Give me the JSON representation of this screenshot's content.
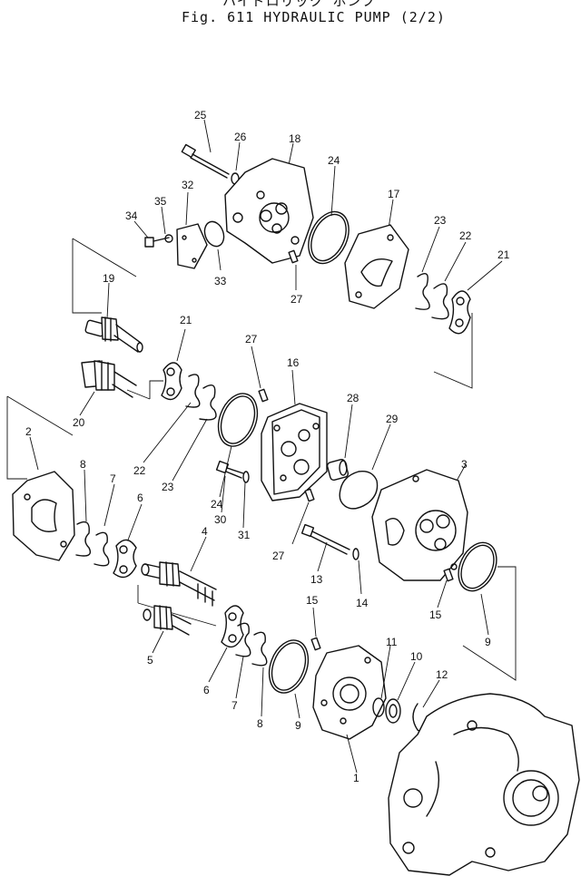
{
  "header": {
    "jp_title": "ハイドロリック ポンプ",
    "title": "Fig. 611   HYDRAULIC PUMP (2/2)"
  },
  "callouts": [
    "25",
    "26",
    "18",
    "24",
    "17",
    "32",
    "34",
    "35",
    "33",
    "27",
    "23",
    "22",
    "21",
    "19",
    "21",
    "27",
    "16",
    "28",
    "29",
    "20",
    "22",
    "23",
    "24",
    "30",
    "31",
    "2",
    "8",
    "7",
    "6",
    "4",
    "27",
    "13",
    "14",
    "3",
    "15",
    "9",
    "15",
    "5",
    "6",
    "7",
    "8",
    "9",
    "11",
    "10",
    "12",
    "1"
  ]
}
